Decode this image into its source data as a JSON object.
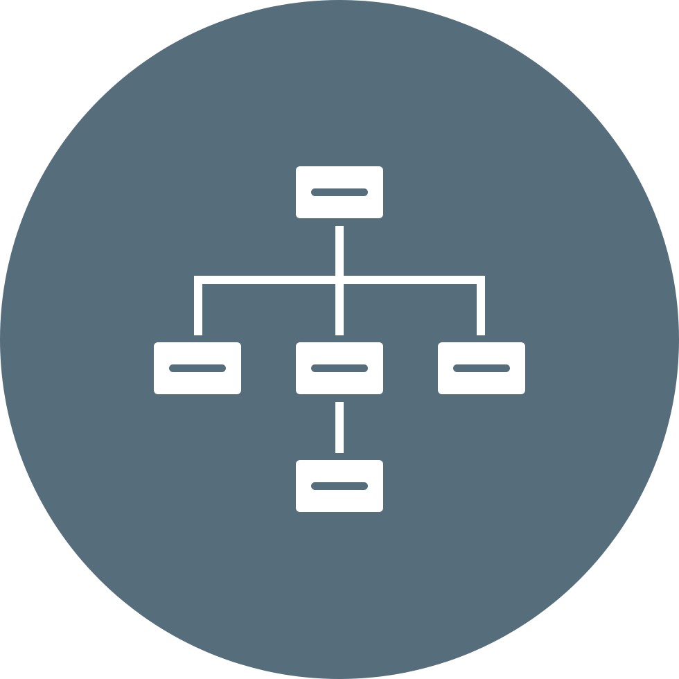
{
  "icon": {
    "name": "hierarchy-structure-icon",
    "background_color": "#566d7b",
    "foreground_color": "#ffffff",
    "node_bar_color": "#566d7b",
    "node_count": 5,
    "levels": [
      "top",
      "middle",
      "bottom"
    ]
  }
}
